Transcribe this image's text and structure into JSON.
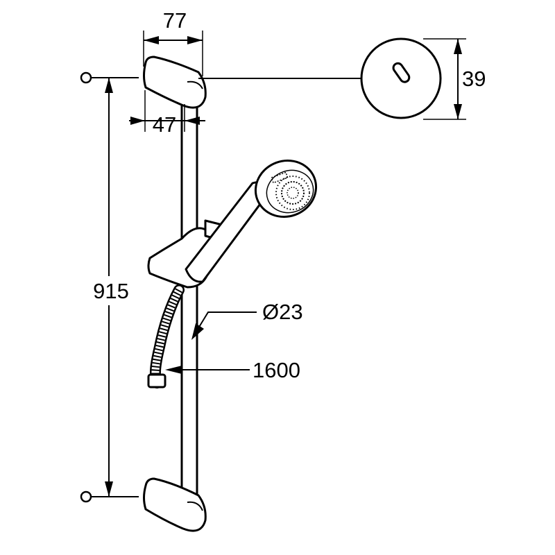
{
  "diagram": {
    "dimensions": {
      "bracket_depth": "77",
      "bracket_offset": "47",
      "wall_disc_diameter": "39",
      "rail_length": "915",
      "rail_diameter": "Ø23",
      "hose_length": "1600"
    }
  }
}
